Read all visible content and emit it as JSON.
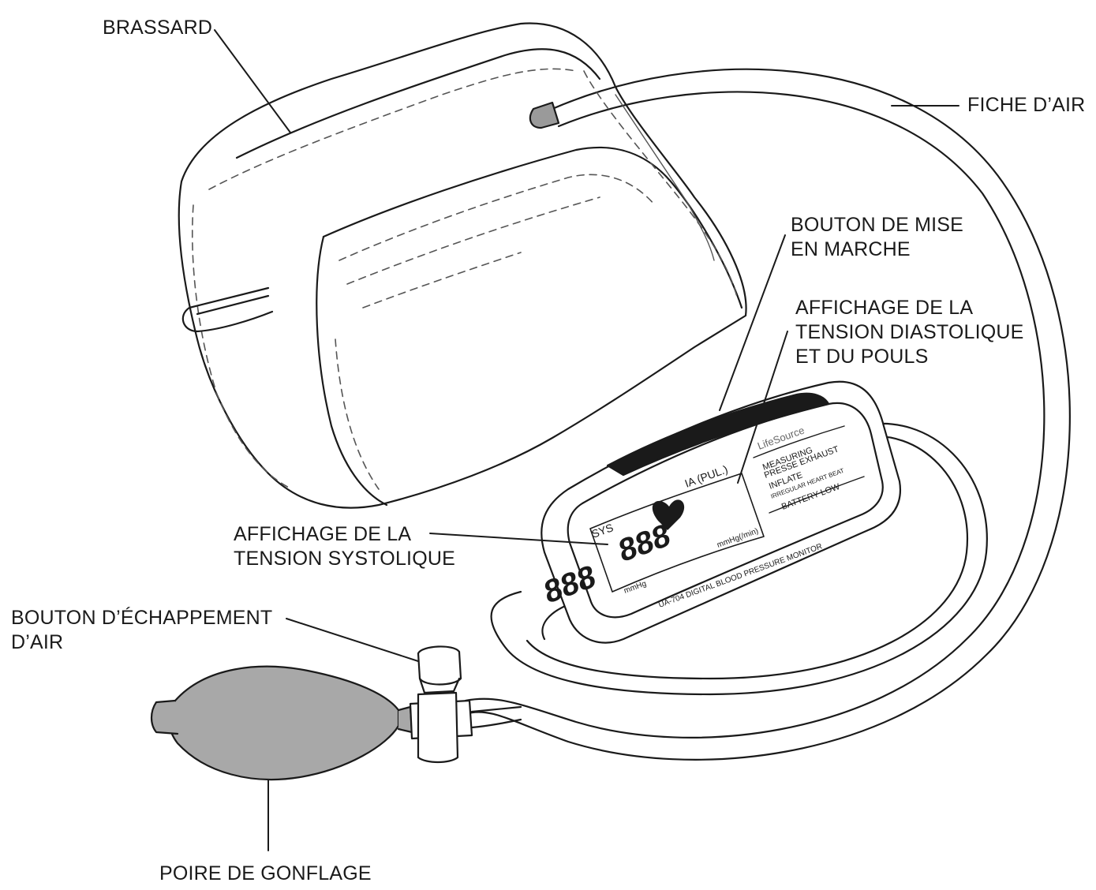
{
  "labels": {
    "cuff": "BRASSARD",
    "air_plug": "FICHE D’AIR",
    "power_button": [
      "BOUTON DE MISE",
      "EN MARCHE"
    ],
    "diastolic_display": [
      "AFFICHAGE DE LA",
      "TENSION DIASTOLIQUE",
      "ET DU POULS"
    ],
    "systolic_display": [
      "AFFICHAGE DE LA",
      "TENSION SYSTOLIQUE"
    ],
    "air_release": [
      "BOUTON D’ÉCHAPPEMENT",
      "D’AIR"
    ],
    "bulb": "POIRE DE GONFLAGE"
  },
  "device": {
    "brand": "LifeSource",
    "sys": "SYS",
    "dia_pul": "IA (PUL.)",
    "digits_sys": "888",
    "digits_dia": "888",
    "unit_left": "mmHg",
    "unit_right": "mmHg(/min)",
    "legend": [
      "MEASURING",
      "PRESSE EXHAUST",
      "INFLATE",
      "IRREGULAR HEART BEAT",
      "BATTERY LOW"
    ],
    "model": "UA-704 DIGITAL BLOOD PRESSURE MONITOR"
  },
  "colors": {
    "line": "#1a1a1a",
    "bulb_fill": "#a8a8a8",
    "plug_fill": "#9a9a9a",
    "stitch": "#555555"
  }
}
